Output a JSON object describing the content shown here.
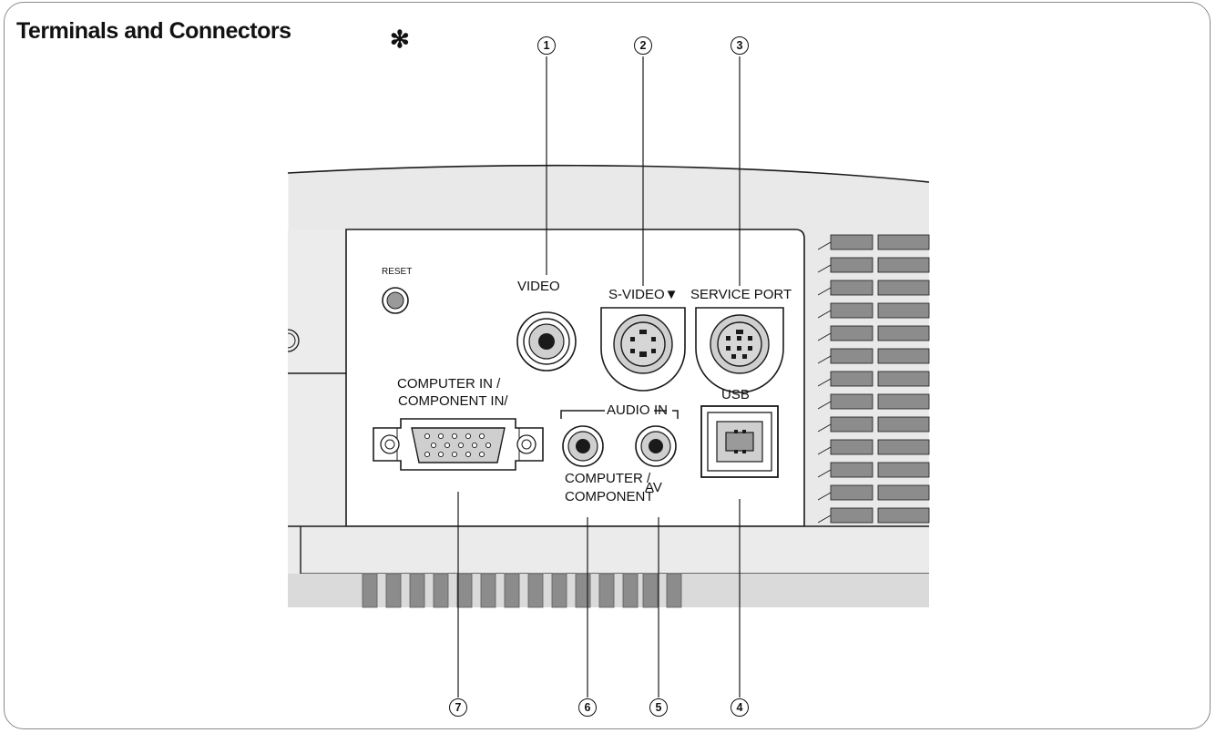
{
  "title": "Terminals and Connectors",
  "asterisk": "✻",
  "labels": {
    "reset": "RESET",
    "video": "VIDEO",
    "svideo": "S-VIDEO▼",
    "service_port": "SERVICE PORT",
    "usb": "USB",
    "computer_in_line1": "COMPUTER IN /",
    "computer_in_line2": "COMPONENT IN/",
    "audio": "AUDIO",
    "in": "IN",
    "audio_computer_line1": "COMPUTER /",
    "audio_computer_line2": "COMPONENT",
    "av": "AV"
  },
  "callouts": [
    "1",
    "2",
    "3",
    "4",
    "5",
    "6",
    "7"
  ],
  "colors": {
    "panel": "#eaeaea",
    "jack": "#cfcfcf",
    "vent": "#8a8a8a",
    "outline": "#1a1a1a"
  }
}
